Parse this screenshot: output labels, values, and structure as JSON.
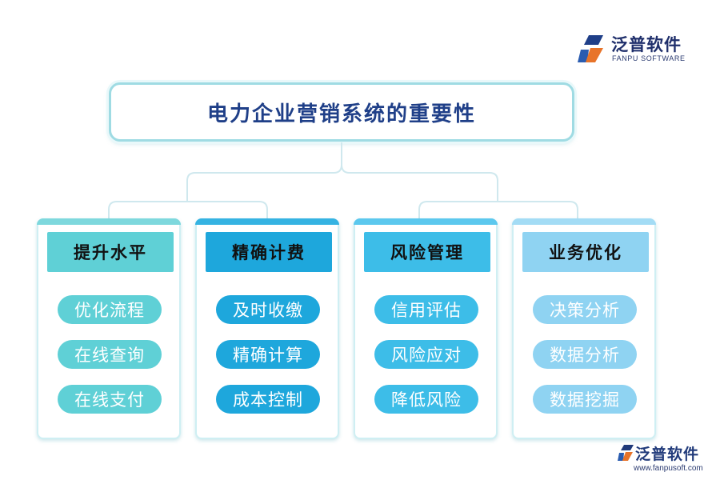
{
  "logo": {
    "name_cn": "泛普软件",
    "name_en": "FANPU SOFTWARE"
  },
  "title": "电力企业营销系统的重要性",
  "columns": [
    {
      "header": "提升水平",
      "items": [
        "优化流程",
        "在线查询",
        "在线支付"
      ],
      "header_color": "#5fd0d6",
      "pill_color": "#5fd0d6",
      "bar_color": "#7ed8dd"
    },
    {
      "header": "精确计费",
      "items": [
        "及时收缴",
        "精确计算",
        "成本控制"
      ],
      "header_color": "#1ea7dc",
      "pill_color": "#1ea7dc",
      "bar_color": "#35b3e2"
    },
    {
      "header": "风险管理",
      "items": [
        "信用评估",
        "风险应对",
        "降低风险"
      ],
      "header_color": "#3dbde8",
      "pill_color": "#3dbde8",
      "bar_color": "#5cc8ee"
    },
    {
      "header": "业务优化",
      "items": [
        "决策分析",
        "数据分析",
        "数据挖掘"
      ],
      "header_color": "#8fd3f2",
      "pill_color": "#8fd3f2",
      "bar_color": "#a3dcf5"
    }
  ],
  "watermark": {
    "name_cn": "泛普软件",
    "url": "www.fanpusoft.com"
  }
}
